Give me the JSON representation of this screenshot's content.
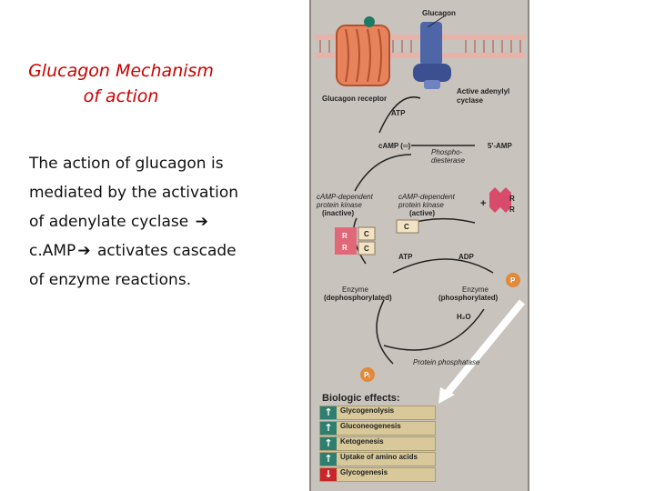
{
  "title": {
    "line1": "Glucagon Mechanism",
    "line2": "of action"
  },
  "body_lines": [
    "The action of glucagon is",
    "mediated by the activation",
    "of adenylate cyclase",
    "c.AMP",
    "activates cascade",
    "of enzyme reactions."
  ],
  "arrow_glyph": "➔",
  "colors": {
    "title": "#cc0000",
    "up_arrow_bg": "#2e7f6f",
    "down_arrow_bg": "#c8262a",
    "figure_bg": "#c9c3bd"
  },
  "figure": {
    "glucagon": "Glucagon",
    "glucagon_receptor": "Glucagon receptor",
    "active_adenylyl": "Active adenylyl",
    "cyclase": "cyclase",
    "atp_top": "ATP",
    "camp": "cAMP (═)",
    "phosphodiesterase_1": "Phospho-",
    "phosphodiesterase_2": "diesterase",
    "five_amp": "5'-AMP",
    "pka_inactive_1": "cAMP-dependent",
    "pka_inactive_2": "protein kinase",
    "pka_inactive_3": "(inactive)",
    "pka_active_1": "cAMP-dependent",
    "pka_active_2": "protein kinase",
    "pka_active_3": "(active)",
    "r_label": "R",
    "c_label": "C",
    "plus": "+",
    "atp_mid": "ATP",
    "adp": "ADP",
    "p_label": "P",
    "pi_label": "Pᵢ",
    "enzyme_dephos_1": "Enzyme",
    "enzyme_dephos_2": "(dephosphorylated)",
    "enzyme_phos_1": "Enzyme",
    "enzyme_phos_2": "(phosphorylated)",
    "h2o": "H₂O",
    "protein_phosphatase": "Protein phosphatase",
    "effects_title": "Biologic effects:",
    "effects": [
      {
        "text": "Glycogenolysis",
        "dir": "up",
        "icon": "up-arrow-icon"
      },
      {
        "text": "Gluconeogenesis",
        "dir": "up",
        "icon": "up-arrow-icon"
      },
      {
        "text": "Ketogenesis",
        "dir": "up",
        "icon": "up-arrow-icon"
      },
      {
        "text": "Uptake of amino acids",
        "dir": "up",
        "icon": "up-arrow-icon"
      },
      {
        "text": "Glycogenesis",
        "dir": "down",
        "icon": "down-arrow-icon"
      }
    ]
  }
}
